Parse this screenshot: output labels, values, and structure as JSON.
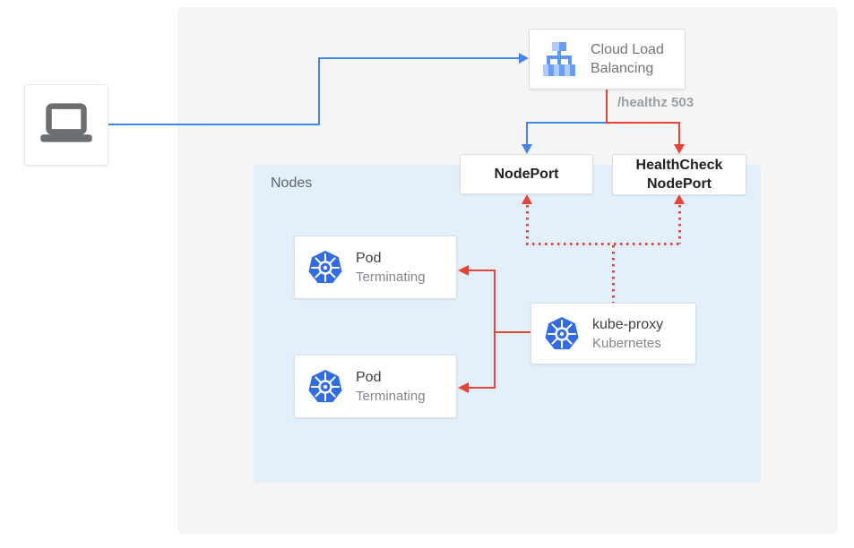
{
  "nodes": {
    "label": "Nodes"
  },
  "cloud_load_balancing": {
    "label": "Cloud Load Balancing"
  },
  "edge_labels": {
    "healthz": "/healthz 503"
  },
  "nodeport": {
    "label": "NodePort"
  },
  "healthcheck_nodeport": {
    "line1": "HealthCheck",
    "line2": "NodePort"
  },
  "pods": [
    {
      "title": "Pod",
      "status": "Terminating"
    },
    {
      "title": "Pod",
      "status": "Terminating"
    }
  ],
  "kube_proxy": {
    "title": "kube-proxy",
    "subtitle": "Kubernetes"
  },
  "icons": {
    "client": "laptop-icon",
    "load_balancer": "cloud-load-balancing-icon",
    "pod": "kubernetes-icon",
    "kube_proxy": "kubernetes-icon"
  },
  "colors": {
    "traffic_blue": "#4285F4",
    "health_red": "#EA4335",
    "nodes_bg": "#E2F0FC",
    "canvas_bg": "#F5F5F5",
    "kubernetes_blue": "#326CE5",
    "muted_text": "#9AA0A6"
  }
}
